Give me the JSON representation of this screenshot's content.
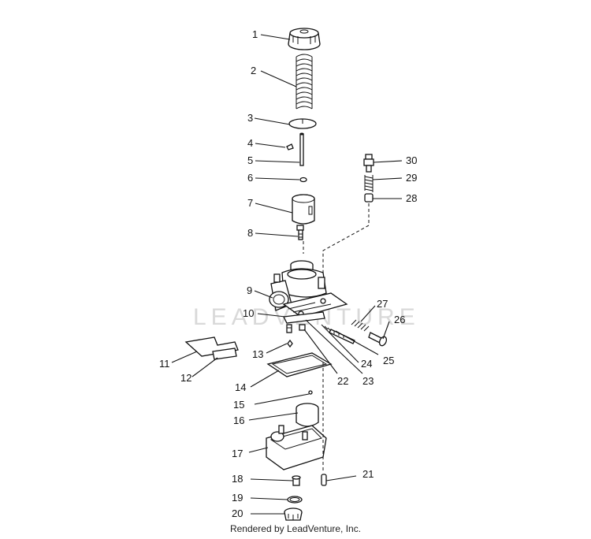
{
  "diagram": {
    "watermark": "LEADVENTURE",
    "footer": "Rendered by LeadVenture, Inc.",
    "callouts": [
      {
        "id": "1",
        "label": "1"
      },
      {
        "id": "2",
        "label": "2"
      },
      {
        "id": "3",
        "label": "3"
      },
      {
        "id": "4",
        "label": "4"
      },
      {
        "id": "5",
        "label": "5"
      },
      {
        "id": "6",
        "label": "6"
      },
      {
        "id": "7",
        "label": "7"
      },
      {
        "id": "8",
        "label": "8"
      },
      {
        "id": "9",
        "label": "9"
      },
      {
        "id": "10",
        "label": "10"
      },
      {
        "id": "11",
        "label": "11"
      },
      {
        "id": "12",
        "label": "12"
      },
      {
        "id": "13",
        "label": "13"
      },
      {
        "id": "14",
        "label": "14"
      },
      {
        "id": "15",
        "label": "15"
      },
      {
        "id": "16",
        "label": "16"
      },
      {
        "id": "17",
        "label": "17"
      },
      {
        "id": "18",
        "label": "18"
      },
      {
        "id": "19",
        "label": "19"
      },
      {
        "id": "20",
        "label": "20"
      },
      {
        "id": "21",
        "label": "21"
      },
      {
        "id": "22",
        "label": "22"
      },
      {
        "id": "23",
        "label": "23"
      },
      {
        "id": "24",
        "label": "24"
      },
      {
        "id": "25",
        "label": "25"
      },
      {
        "id": "26",
        "label": "26"
      },
      {
        "id": "27",
        "label": "27"
      },
      {
        "id": "28",
        "label": "28"
      },
      {
        "id": "29",
        "label": "29"
      },
      {
        "id": "30",
        "label": "30"
      }
    ]
  }
}
